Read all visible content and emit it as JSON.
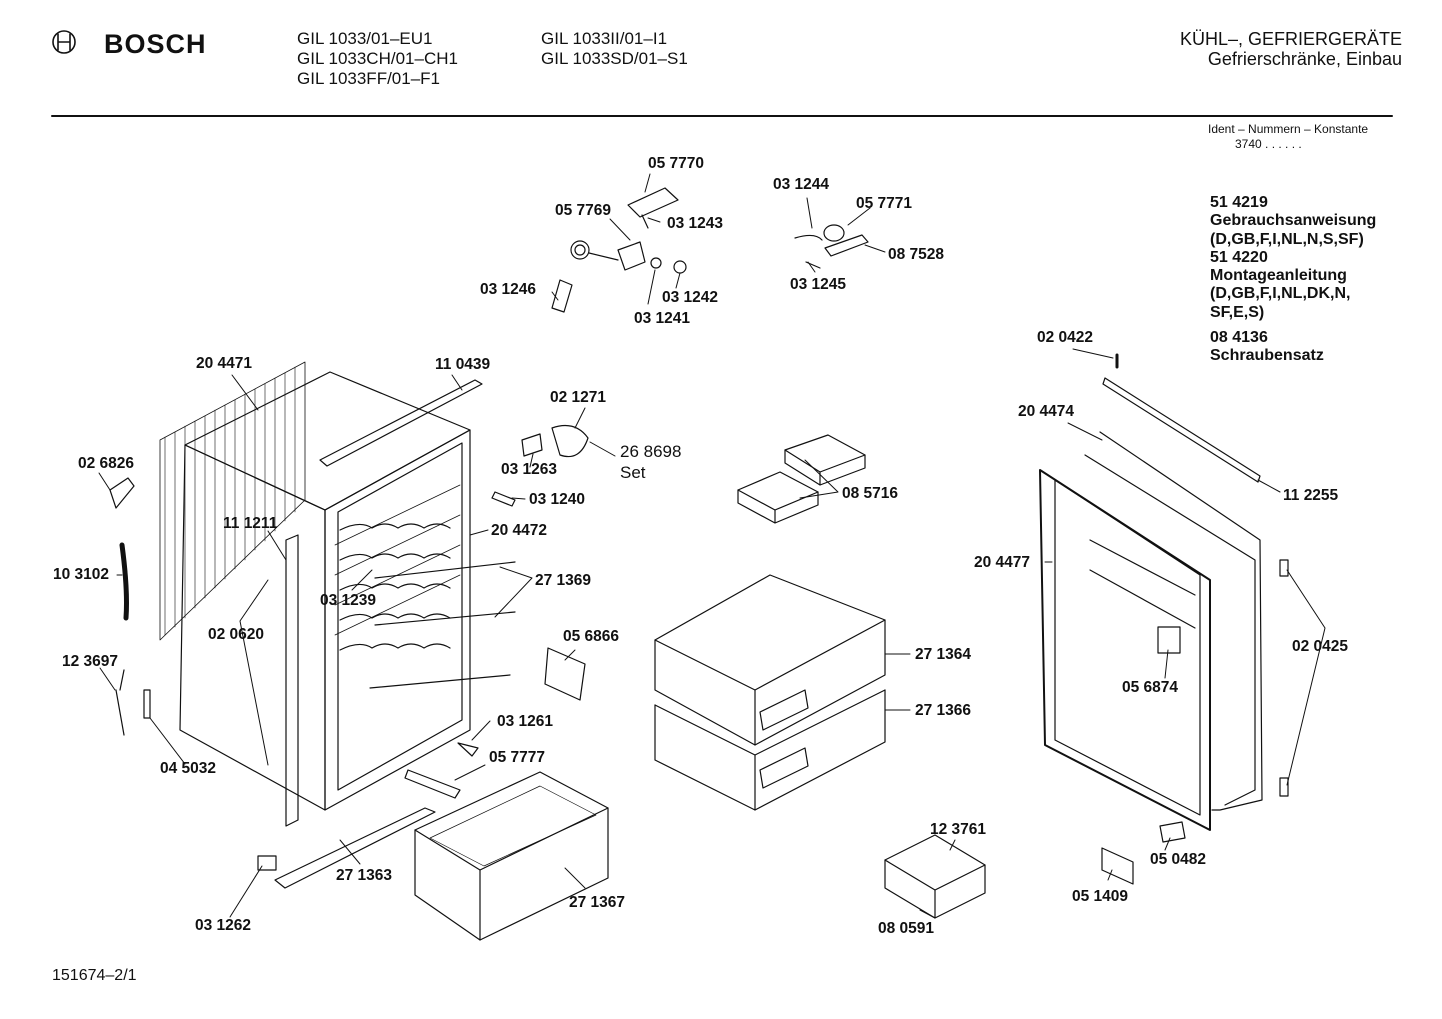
{
  "header": {
    "brand": "BOSCH",
    "models_col1": [
      "GIL 1033/01–EU1",
      "GIL 1033CH/01–CH1",
      "GIL 1033FF/01–F1"
    ],
    "models_col2": [
      "GIL 1033II/01–I1",
      "GIL 1033SD/01–S1"
    ],
    "category_line1": "KÜHL–, GEFRIERGERÄTE",
    "category_line2": "Gefrierschränke, Einbau"
  },
  "ident": {
    "label": "Ident – Nummern – Konstante",
    "value": "3740  .  .  .  .  .  ."
  },
  "documents": [
    "51 4219",
    "Gebrauchsanweisung",
    "(D,GB,F,I,NL,N,S,SF)",
    "51 4220",
    "Montageanleitung",
    "(D,GB,F,I,NL,DK,N,",
    "SF,E,S)",
    "08 4136",
    "Schraubensatz"
  ],
  "parts": {
    "p057770": "05 7770",
    "p057769": "05 7769",
    "p031243": "03 1243",
    "p031246": "03 1246",
    "p031242": "03 1242",
    "p031241": "03 1241",
    "p031244": "03 1244",
    "p057771": "05 7771",
    "p087528": "08 7528",
    "p031245": "03 1245",
    "p204471": "20 4471",
    "p110439": "11 0439",
    "p021271": "02 1271",
    "p268698": "26 8698",
    "p268698_set": "Set",
    "p031263": "03 1263",
    "p031240": "03 1240",
    "p026826": "02 6826",
    "p111211": "11 1211",
    "p204472": "20 4472",
    "p271369": "27 1369",
    "p103102": "10 3102",
    "p031239": "03 1239",
    "p020620": "02 0620",
    "p123697": "12 3697",
    "p056866": "05 6866",
    "p045032": "04 5032",
    "p031261": "03 1261",
    "p057777": "05 7777",
    "p271363": "27 1363",
    "p031262": "03 1262",
    "p271367": "27 1367",
    "p085716": "08 5716",
    "p271364": "27 1364",
    "p271366": "27 1366",
    "p123761": "12 3761",
    "p080591": "08 0591",
    "p020422": "02 0422",
    "p204474": "20 4474",
    "p112255": "11 2255",
    "p204477": "20 4477",
    "p020425": "02 0425",
    "p056874": "05 6874",
    "p050482": "05 0482",
    "p051409": "05 1409"
  },
  "footer": {
    "doc_number": "151674–2/1"
  }
}
